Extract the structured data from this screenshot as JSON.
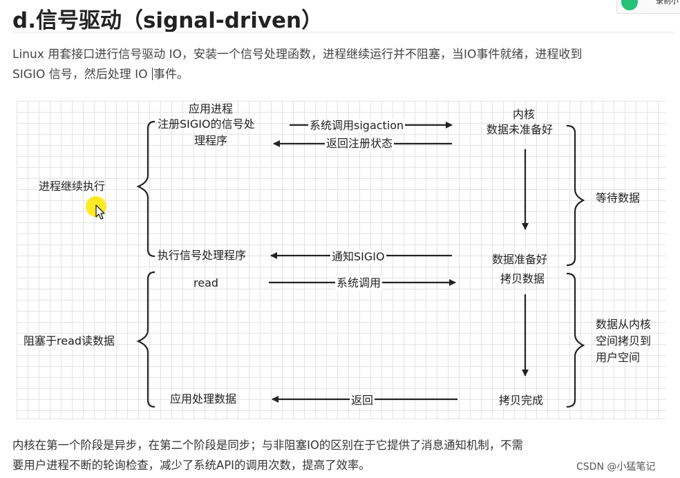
{
  "header": {
    "title": "d.信号驱动（signal-driven）",
    "widget_label": "录制小"
  },
  "intro": {
    "line1": "Linux 用套接口进行信号驱动 IO，安装一个信号处理函数，进程继续运行并不阻塞，当IO事件就绪，进程收到",
    "line2_before_caret": "SIGIO 信号，然后处理 IO ",
    "line2_after_caret": "事件。"
  },
  "diagram": {
    "app_process": "应用进程",
    "register_handler_1": "注册SIGIO的信号处",
    "register_handler_2": "理程序",
    "syscall_sigaction": "系统调用sigaction",
    "return_status": "返回注册状态",
    "kernel": "内核",
    "data_not_ready": "数据未准备好",
    "process_continues": "进程继续执行",
    "wait_data": "等待数据",
    "run_handler": "执行信号处理程序",
    "notify_sigio": "通知SIGIO",
    "data_ready": "数据准备好",
    "read": "read",
    "syscall": "系统调用",
    "copy_data": "拷贝数据",
    "blocked_read": "阻塞于read读数据",
    "copy_desc_1": "数据从内核",
    "copy_desc_2": "空间拷贝到",
    "copy_desc_3": "用户空间",
    "app_handle_data": "应用处理数据",
    "return": "返回",
    "copy_done": "拷贝完成"
  },
  "conclusion": {
    "line1": "内核在第一个阶段是异步，在第二个阶段是同步；与非阻塞IO的区别在于它提供了消息通知机制，不需",
    "line2": "要用户进程不断的轮询检查，减少了系统API的调用次数，提高了效率。"
  },
  "watermark": "CSDN @小猛笔记"
}
